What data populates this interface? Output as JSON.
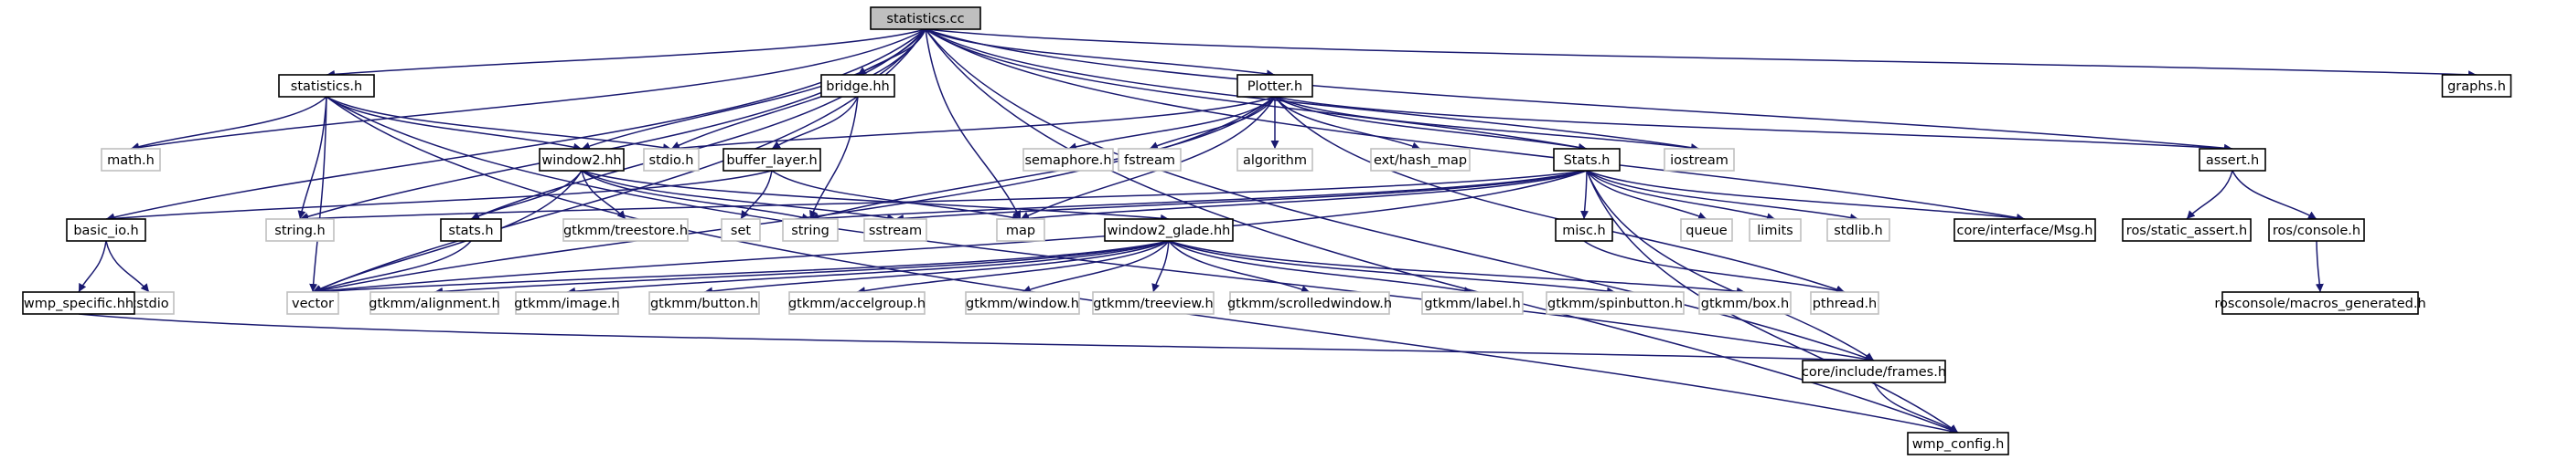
{
  "colors": {
    "edge": "#191970",
    "root_fill": "#bfbfbf",
    "node_border": "#000000",
    "external_border": "#bfbfbf",
    "text": "#000000",
    "background": "#ffffff"
  },
  "nodes": [
    {
      "id": "statistics_cc",
      "label": "statistics.cc",
      "kind": "root"
    },
    {
      "id": "statistics_h",
      "label": "statistics.h",
      "kind": "file"
    },
    {
      "id": "bridge_hh",
      "label": "bridge.hh",
      "kind": "file"
    },
    {
      "id": "plotter_h",
      "label": "Plotter.h",
      "kind": "file"
    },
    {
      "id": "graphs_h",
      "label": "graphs.h",
      "kind": "file"
    },
    {
      "id": "math_h",
      "label": "math.h",
      "kind": "external"
    },
    {
      "id": "window2_hh",
      "label": "window2.hh",
      "kind": "file"
    },
    {
      "id": "stdio_h",
      "label": "stdio.h",
      "kind": "external"
    },
    {
      "id": "buffer_layer_h",
      "label": "buffer_layer.h",
      "kind": "file"
    },
    {
      "id": "semaphore_h",
      "label": "semaphore.h",
      "kind": "external"
    },
    {
      "id": "fstream",
      "label": "fstream",
      "kind": "external"
    },
    {
      "id": "algorithm",
      "label": "algorithm",
      "kind": "external"
    },
    {
      "id": "ext_hash_map",
      "label": "ext/hash_map",
      "kind": "external"
    },
    {
      "id": "stats_h_cap",
      "label": "Stats.h",
      "kind": "file"
    },
    {
      "id": "iostream",
      "label": "iostream",
      "kind": "external"
    },
    {
      "id": "assert_h",
      "label": "assert.h",
      "kind": "file"
    },
    {
      "id": "basic_io_h",
      "label": "basic_io.h",
      "kind": "file"
    },
    {
      "id": "string_h",
      "label": "string.h",
      "kind": "external"
    },
    {
      "id": "stats_h",
      "label": "stats.h",
      "kind": "file"
    },
    {
      "id": "gtkmm_treestore_h",
      "label": "gtkmm/treestore.h",
      "kind": "external"
    },
    {
      "id": "set",
      "label": "set",
      "kind": "external"
    },
    {
      "id": "string",
      "label": "string",
      "kind": "external"
    },
    {
      "id": "sstream",
      "label": "sstream",
      "kind": "external"
    },
    {
      "id": "map",
      "label": "map",
      "kind": "external"
    },
    {
      "id": "window2_glade_hh",
      "label": "window2_glade.hh",
      "kind": "file"
    },
    {
      "id": "misc_h",
      "label": "misc.h",
      "kind": "file"
    },
    {
      "id": "queue",
      "label": "queue",
      "kind": "external"
    },
    {
      "id": "limits",
      "label": "limits",
      "kind": "external"
    },
    {
      "id": "stdlib_h",
      "label": "stdlib.h",
      "kind": "external"
    },
    {
      "id": "core_interface_msg_h",
      "label": "core/interface/Msg.h",
      "kind": "file"
    },
    {
      "id": "ros_static_assert_h",
      "label": "ros/static_assert.h",
      "kind": "file"
    },
    {
      "id": "ros_console_h",
      "label": "ros/console.h",
      "kind": "file"
    },
    {
      "id": "cstdio",
      "label": "cstdio",
      "kind": "external"
    },
    {
      "id": "wmp_specific_hh",
      "label": "wmp_specific.hh",
      "kind": "file"
    },
    {
      "id": "vector",
      "label": "vector",
      "kind": "external"
    },
    {
      "id": "gtkmm_alignment_h",
      "label": "gtkmm/alignment.h",
      "kind": "external"
    },
    {
      "id": "gtkmm_image_h",
      "label": "gtkmm/image.h",
      "kind": "external"
    },
    {
      "id": "gtkmm_button_h",
      "label": "gtkmm/button.h",
      "kind": "external"
    },
    {
      "id": "gtkmm_accelgroup_h",
      "label": "gtkmm/accelgroup.h",
      "kind": "external"
    },
    {
      "id": "gtkmm_window_h",
      "label": "gtkmm/window.h",
      "kind": "external"
    },
    {
      "id": "gtkmm_treeview_h",
      "label": "gtkmm/treeview.h",
      "kind": "external"
    },
    {
      "id": "gtkmm_scrolledwindow_h",
      "label": "gtkmm/scrolledwindow.h",
      "kind": "external"
    },
    {
      "id": "gtkmm_label_h",
      "label": "gtkmm/label.h",
      "kind": "external"
    },
    {
      "id": "gtkmm_spinbutton_h",
      "label": "gtkmm/spinbutton.h",
      "kind": "external"
    },
    {
      "id": "gtkmm_box_h",
      "label": "gtkmm/box.h",
      "kind": "external"
    },
    {
      "id": "pthread_h",
      "label": "pthread.h",
      "kind": "external"
    },
    {
      "id": "rosconsole_macros_generated_h",
      "label": "rosconsole/macros_generated.h",
      "kind": "file"
    },
    {
      "id": "core_include_frames_h",
      "label": "core/include/frames.h",
      "kind": "file"
    },
    {
      "id": "wmp_config_h",
      "label": "wmp_config.h",
      "kind": "file"
    }
  ],
  "edges": [
    [
      "statistics_cc",
      "statistics_h"
    ],
    [
      "statistics_cc",
      "bridge_hh"
    ],
    [
      "statistics_cc",
      "plotter_h"
    ],
    [
      "statistics_cc",
      "graphs_h"
    ],
    [
      "statistics_cc",
      "math_h"
    ],
    [
      "statistics_cc",
      "window2_hh"
    ],
    [
      "statistics_cc",
      "stdio_h"
    ],
    [
      "statistics_cc",
      "stats_h_cap"
    ],
    [
      "statistics_cc",
      "iostream"
    ],
    [
      "statistics_cc",
      "assert_h"
    ],
    [
      "statistics_cc",
      "basic_io_h"
    ],
    [
      "statistics_cc",
      "string_h"
    ],
    [
      "statistics_cc",
      "stats_h"
    ],
    [
      "statistics_cc",
      "map"
    ],
    [
      "statistics_cc",
      "vector"
    ],
    [
      "statistics_cc",
      "core_interface_msg_h"
    ],
    [
      "statistics_cc",
      "core_include_frames_h"
    ],
    [
      "statistics_cc",
      "wmp_config_h"
    ],
    [
      "statistics_h",
      "math_h"
    ],
    [
      "statistics_h",
      "stdio_h"
    ],
    [
      "statistics_h",
      "window2_hh"
    ],
    [
      "statistics_h",
      "string_h"
    ],
    [
      "statistics_h",
      "vector"
    ],
    [
      "statistics_h",
      "wmp_config_h"
    ],
    [
      "statistics_h",
      "core_include_frames_h"
    ],
    [
      "bridge_hh",
      "buffer_layer_h"
    ],
    [
      "bridge_hh",
      "string"
    ],
    [
      "buffer_layer_h",
      "set"
    ],
    [
      "buffer_layer_h",
      "map"
    ],
    [
      "buffer_layer_h",
      "basic_io_h"
    ],
    [
      "plotter_h",
      "stdio_h"
    ],
    [
      "plotter_h",
      "semaphore_h"
    ],
    [
      "plotter_h",
      "fstream"
    ],
    [
      "plotter_h",
      "algorithm"
    ],
    [
      "plotter_h",
      "ext_hash_map"
    ],
    [
      "plotter_h",
      "stats_h_cap"
    ],
    [
      "plotter_h",
      "iostream"
    ],
    [
      "plotter_h",
      "assert_h"
    ],
    [
      "plotter_h",
      "string"
    ],
    [
      "plotter_h",
      "map"
    ],
    [
      "plotter_h",
      "vector"
    ],
    [
      "plotter_h",
      "pthread_h"
    ],
    [
      "window2_hh",
      "stats_h"
    ],
    [
      "window2_hh",
      "gtkmm_treestore_h"
    ],
    [
      "window2_hh",
      "string"
    ],
    [
      "window2_hh",
      "sstream"
    ],
    [
      "window2_hh",
      "vector"
    ],
    [
      "window2_hh",
      "window2_glade_hh"
    ],
    [
      "stats_h",
      "vector"
    ],
    [
      "stats_h_cap",
      "string_h"
    ],
    [
      "stats_h_cap",
      "string"
    ],
    [
      "stats_h_cap",
      "sstream"
    ],
    [
      "stats_h_cap",
      "map"
    ],
    [
      "stats_h_cap",
      "vector"
    ],
    [
      "stats_h_cap",
      "misc_h"
    ],
    [
      "stats_h_cap",
      "queue"
    ],
    [
      "stats_h_cap",
      "limits"
    ],
    [
      "stats_h_cap",
      "stdlib_h"
    ],
    [
      "stats_h_cap",
      "core_interface_msg_h"
    ],
    [
      "stats_h_cap",
      "core_include_frames_h"
    ],
    [
      "stats_h_cap",
      "wmp_config_h"
    ],
    [
      "misc_h",
      "pthread_h"
    ],
    [
      "assert_h",
      "ros_static_assert_h"
    ],
    [
      "assert_h",
      "ros_console_h"
    ],
    [
      "ros_console_h",
      "rosconsole_macros_generated_h"
    ],
    [
      "basic_io_h",
      "wmp_specific_hh"
    ],
    [
      "basic_io_h",
      "cstdio"
    ],
    [
      "wmp_specific_hh",
      "core_include_frames_h"
    ],
    [
      "window2_glade_hh",
      "vector"
    ],
    [
      "window2_glade_hh",
      "gtkmm_alignment_h"
    ],
    [
      "window2_glade_hh",
      "gtkmm_image_h"
    ],
    [
      "window2_glade_hh",
      "gtkmm_button_h"
    ],
    [
      "window2_glade_hh",
      "gtkmm_accelgroup_h"
    ],
    [
      "window2_glade_hh",
      "gtkmm_window_h"
    ],
    [
      "window2_glade_hh",
      "gtkmm_treeview_h"
    ],
    [
      "window2_glade_hh",
      "gtkmm_scrolledwindow_h"
    ],
    [
      "window2_glade_hh",
      "gtkmm_label_h"
    ],
    [
      "window2_glade_hh",
      "gtkmm_spinbutton_h"
    ],
    [
      "window2_glade_hh",
      "gtkmm_box_h"
    ],
    [
      "core_include_frames_h",
      "wmp_config_h"
    ]
  ]
}
